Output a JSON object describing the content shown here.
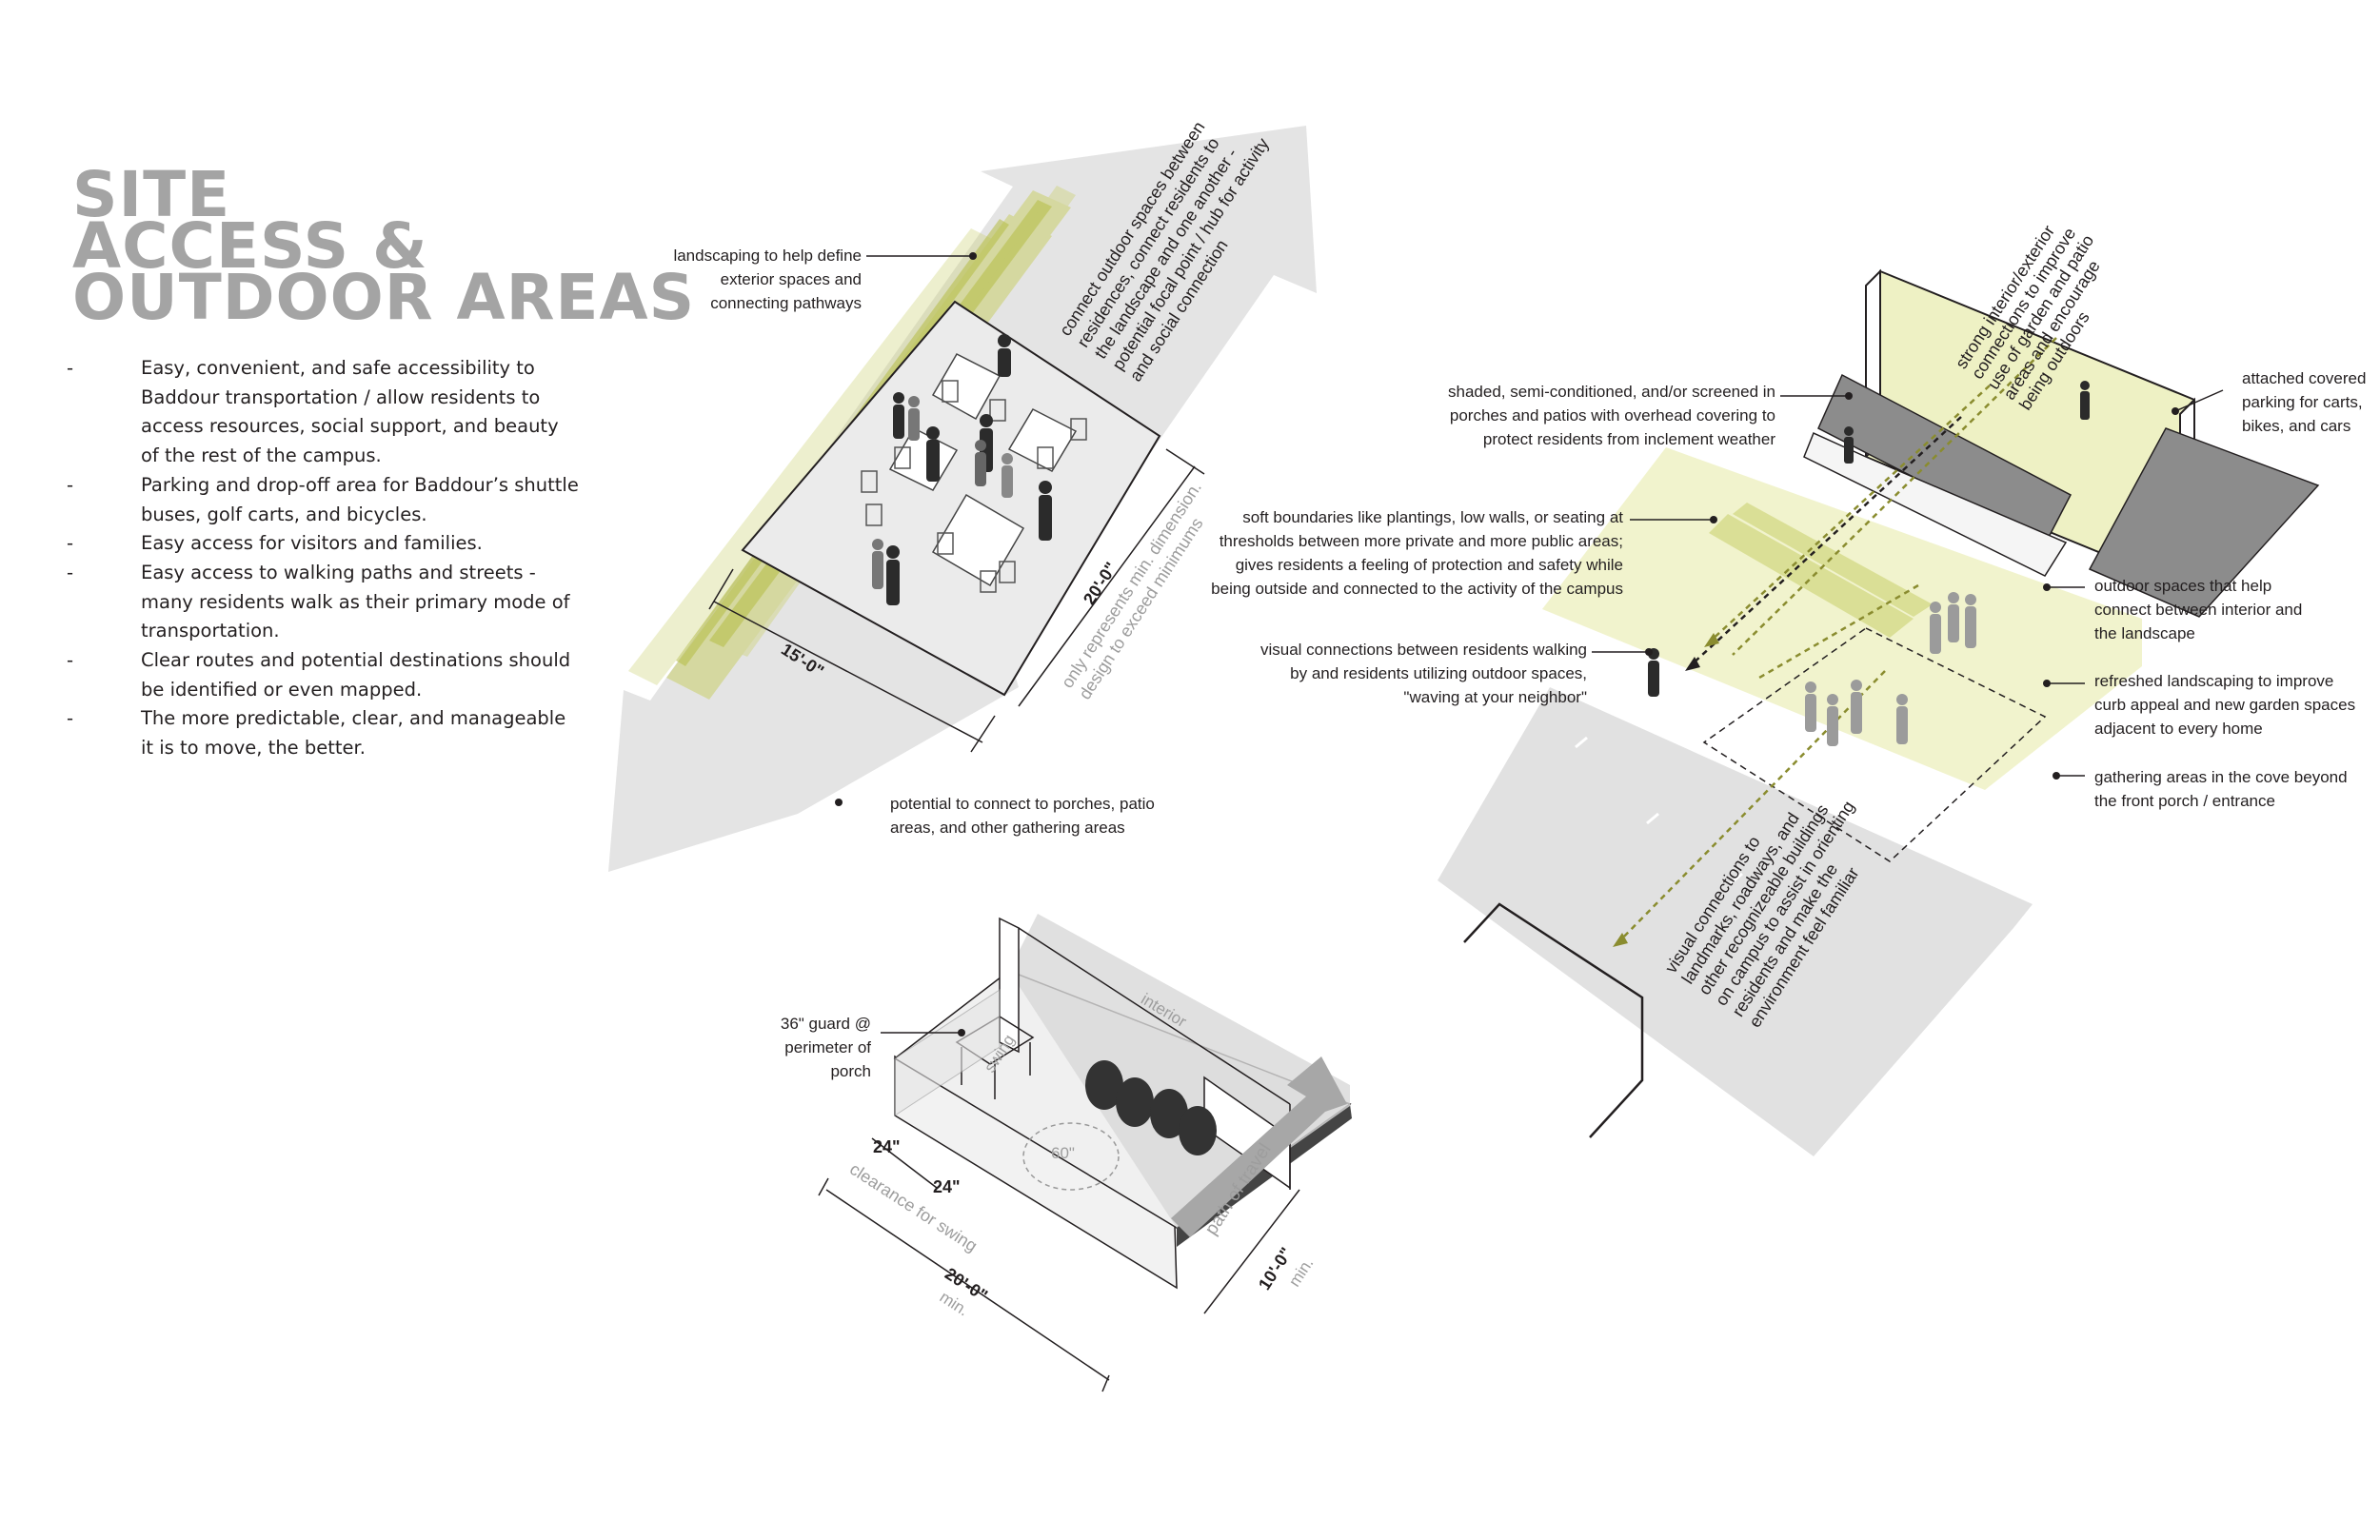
{
  "title": {
    "line1": "SITE",
    "line2": "ACCESS &",
    "line3": "OUTDOOR AREAS"
  },
  "bullets": [
    {
      "dash": "-",
      "text": "Easy, convenient, and safe accessibility to Baddour transportation / allow residents to access resources, social support, and beauty of the rest of the campus."
    },
    {
      "dash": " -",
      "text": "Parking and drop-off area for Baddour’s shuttle buses, golf carts, and bicycles."
    },
    {
      "dash": "-",
      "text": "Easy access for visitors and families."
    },
    {
      "dash": "-",
      "text": "Easy access to walking paths and streets - many residents walk as their primary mode of transportation."
    },
    {
      "dash": "-",
      "text": "Clear routes and potential destinations should be identified or even mapped."
    },
    {
      "dash": "-",
      "text": "The more predictable, clear, and manageable it is to move, the better."
    }
  ],
  "diagram1": {
    "landscaping_label": "landscaping to help define\nexterior spaces and\nconnecting pathways",
    "outdoor_connect_label": "connect outdoor spaces between\nresidences, connect residents to\nthe landscape and one another -\npotential focal point / hub for activity\nand social connection",
    "dim_width": "15'-0\"",
    "dim_depth": "20'-0\"",
    "min_note": "only represents min. dimension.\ndesign to exceed minimums",
    "porches_label": "potential to connect to porches, patio\nareas, and other gathering areas"
  },
  "diagram2": {
    "guard_label": "36\" guard @\nperimeter of\nporch",
    "swing": "swing",
    "interior": "interior",
    "path_of_travel": "path of travel",
    "turning": "60\"",
    "dim_24a": "24\"",
    "dim_24b": "24\"",
    "clearance": "clearance for swing",
    "dim_length": "20'-0\"",
    "dim_length_min": "min.",
    "dim_width": "10'-0\"",
    "dim_width_min": "min."
  },
  "diagram3": {
    "shaded_label": "shaded, semi-conditioned, and/or screened in\nporches and patios with overhead covering to\nprotect residents from inclement weather",
    "soft_label": "soft boundaries like plantings, low walls, or seating at\nthresholds between more private and more public areas;\ngives residents a feeling of protection and safety while\nbeing outside and connected to the activity of the campus",
    "visual_walk_label": "visual connections between residents walking\nby and residents utilizing outdoor spaces,\n\"waving at your neighbor\"",
    "strong_label": "strong interior/exterior\nconnections to improve\nuse of garden and patio\nareas and encourage\nbeing outdoors",
    "parking_label": "attached covered\nparking for carts,\nbikes, and cars",
    "outdoor_help_label": "outdoor spaces that help\nconnect between interior and\nthe landscape",
    "refreshed_label": "refreshed landscaping to improve\ncurb appeal and new garden spaces\nadjacent to every home",
    "gathering_label": "gathering areas in the cove beyond\nthe front porch / entrance",
    "landmarks_label": "visual connections to\nlandmarks, roadways, and\nother recognizeable buildings\non campus to assist in orienting\nresidents and make the\nenvironment feel familiar"
  },
  "colors": {
    "title_gray": "#a4a4a4",
    "arrow_gray": "#e3e3e3",
    "landscape_green": "#c9cf6a",
    "patio_yellow": "#eef1c4",
    "dark_gray": "#8c8c8c",
    "dash_olive": "#8a8c2f",
    "silhouette": "#2b2b2b"
  }
}
